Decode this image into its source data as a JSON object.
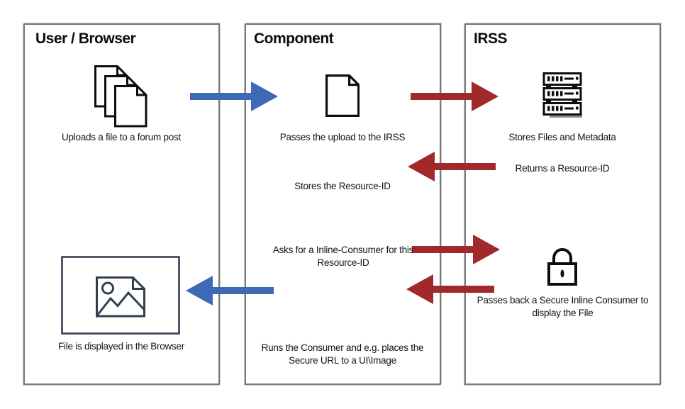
{
  "diagram": {
    "columns": {
      "user_browser": {
        "title": "User / Browser",
        "upload_label": "Uploads a file to a forum post",
        "display_label": "File is displayed in the Browser"
      },
      "component": {
        "title": "Component",
        "pass_upload_label": "Passes the upload to the IRSS",
        "store_id_label": "Stores the Resource-ID",
        "ask_consumer_label": "Asks for a Inline-Consumer for this Resource-ID",
        "run_consumer_label": "Runs the Consumer and e.g. places the Secure URL to a UI\\Image"
      },
      "irss": {
        "title": "IRSS",
        "store_files_label": "Stores Files and Metadata",
        "return_id_label": "Returns a Resource-ID",
        "pass_back_label": "Passes back a Secure Inline Consumer to display the File"
      }
    },
    "icons": {
      "user_upload": "stacked-documents-icon",
      "component_upload": "document-icon",
      "irss_storage": "server-rack-icon",
      "irss_secure": "lock-icon",
      "user_display": "image-preview-icon"
    },
    "colors": {
      "arrow_blue": "#3E69B4",
      "arrow_red": "#A1292B",
      "box_border": "#7A7A7A",
      "icon_black": "#0D0D0D",
      "icon_navy": "#333F50",
      "server_shadow": "#8F8F8F",
      "background": "#FFFFFF",
      "text": "#141414"
    }
  }
}
